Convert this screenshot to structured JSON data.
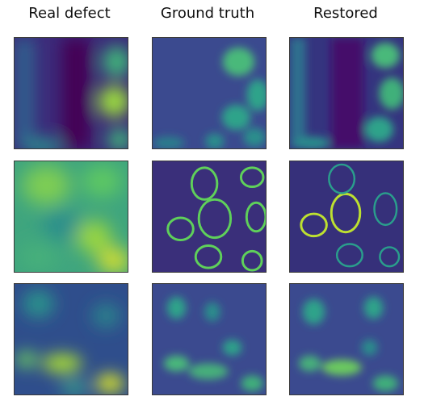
{
  "columns": [
    {
      "title": "Real defect"
    },
    {
      "title": "Ground truth"
    },
    {
      "title": "Restored"
    }
  ],
  "rows": 3,
  "colormap": [
    "#440154",
    "#3b528b",
    "#21918c",
    "#5ec962",
    "#fde725"
  ]
}
